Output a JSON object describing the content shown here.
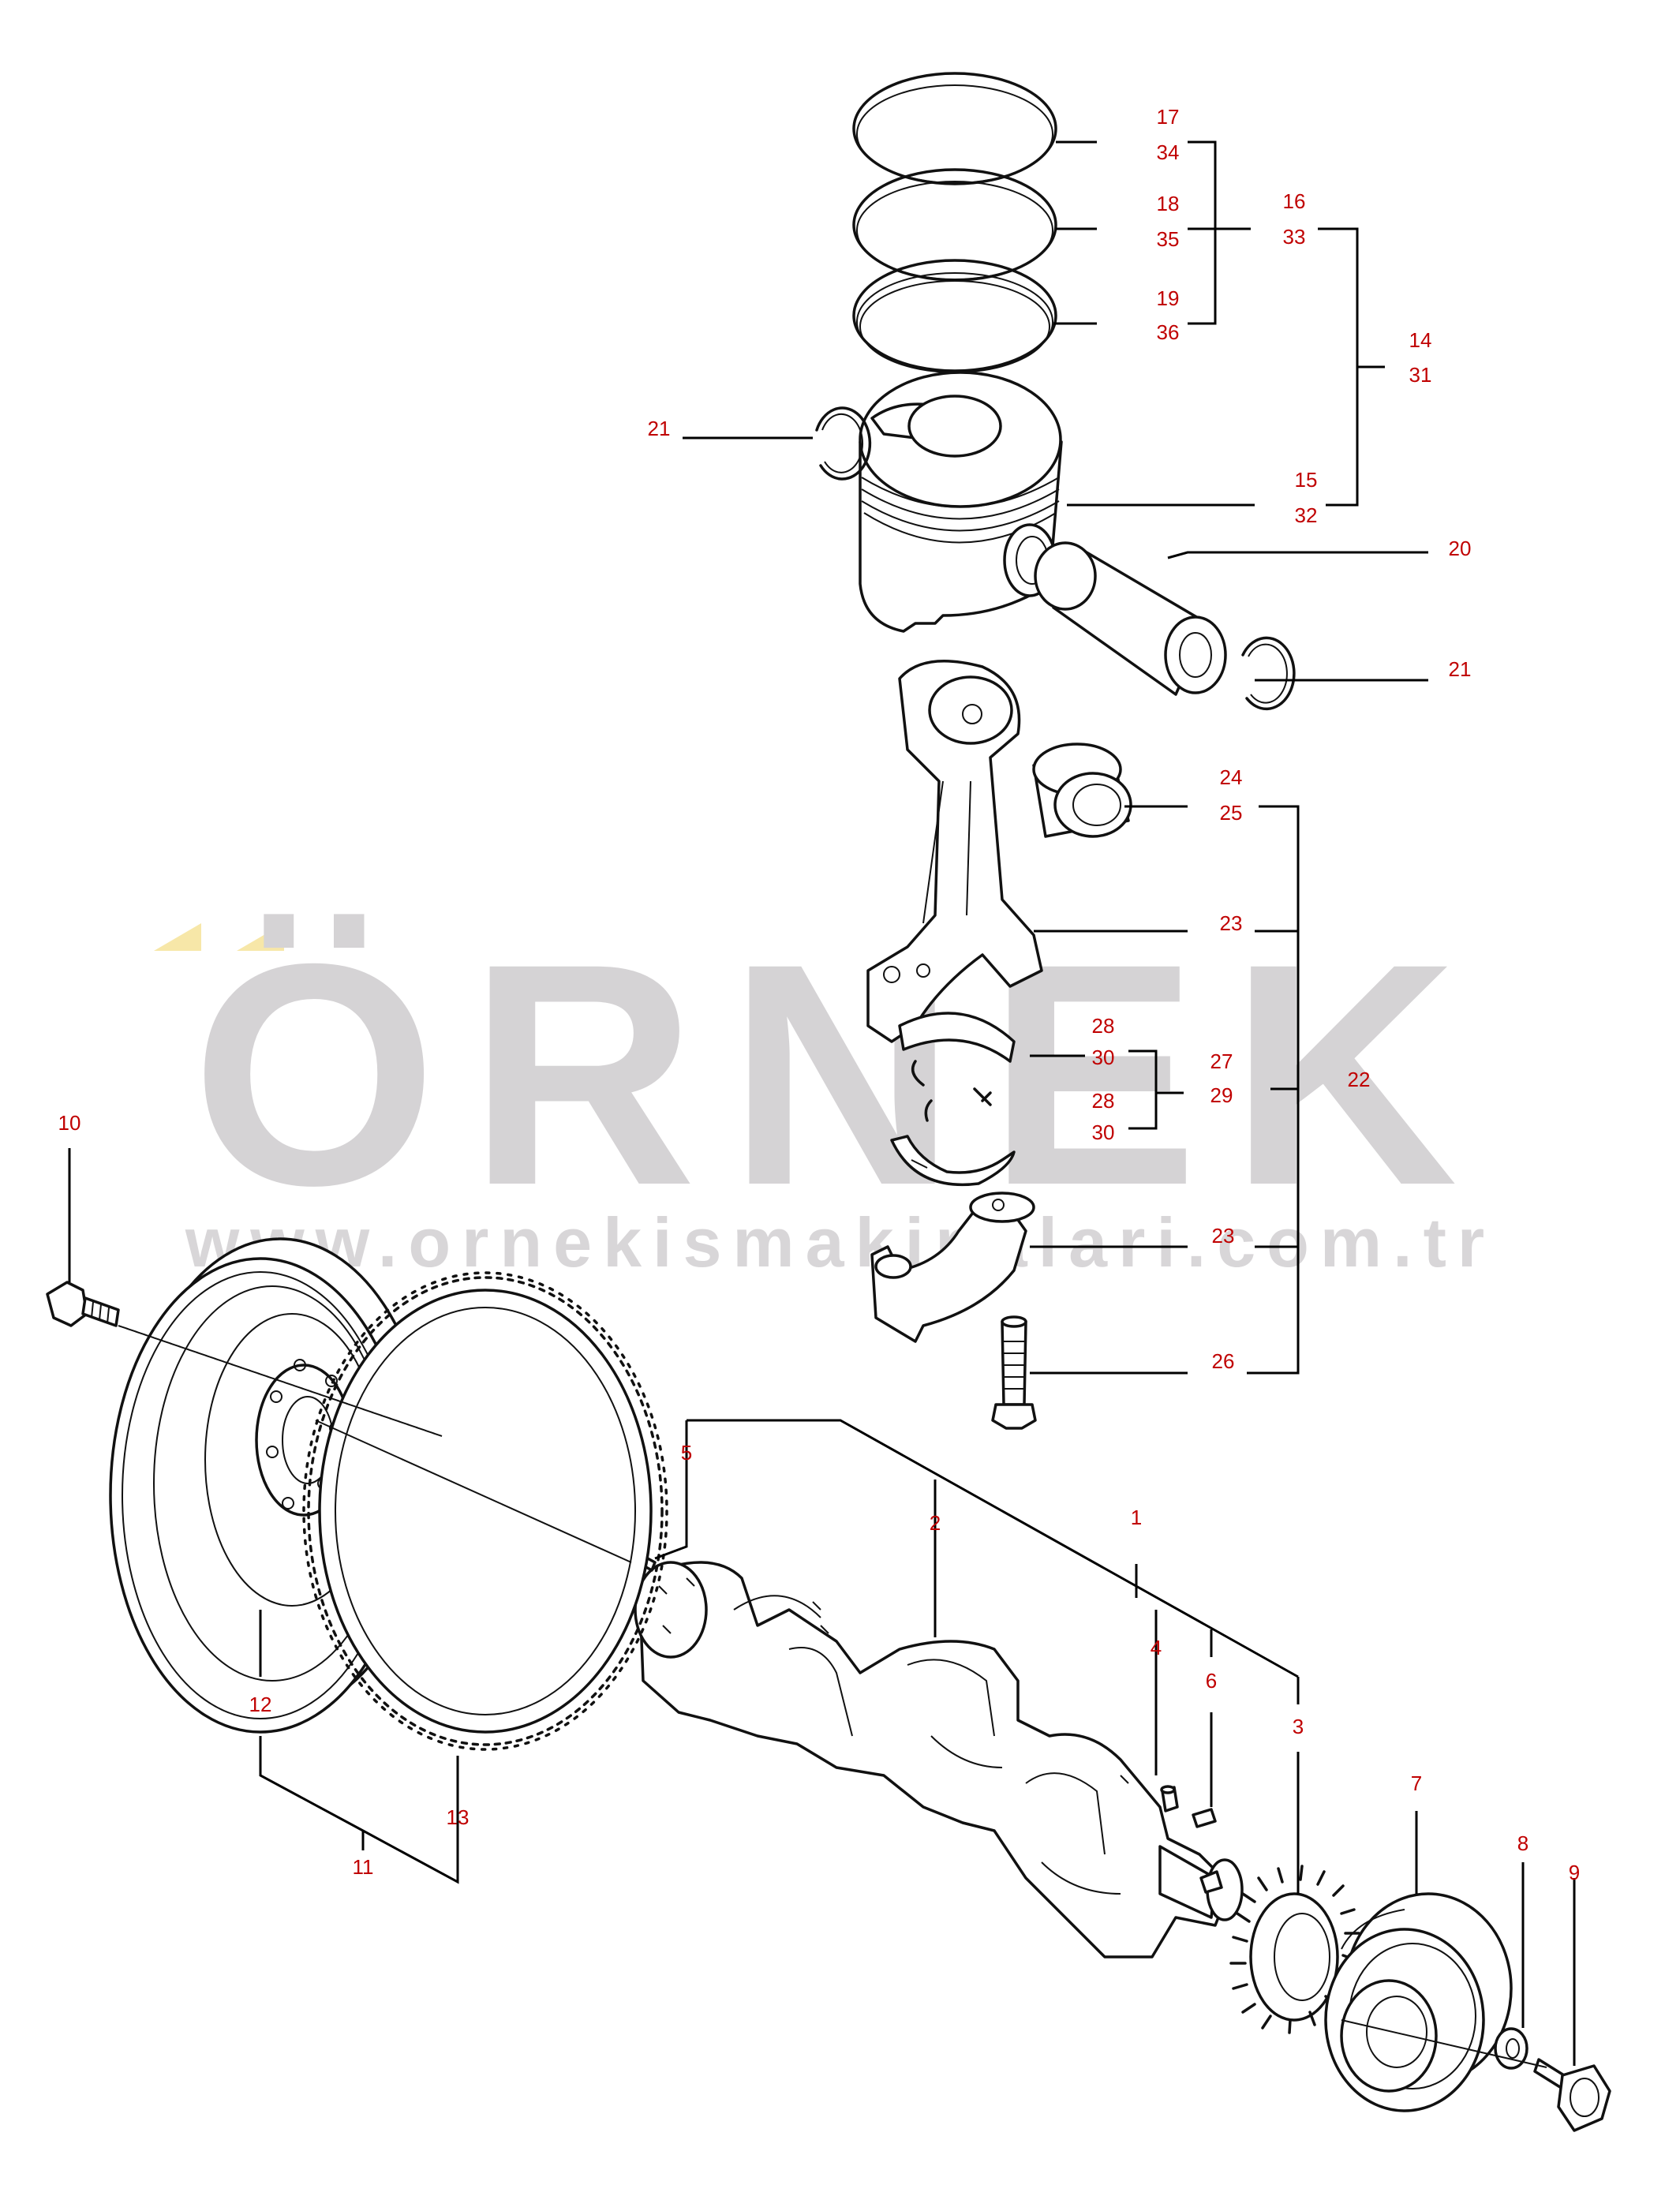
{
  "watermark": {
    "brand": "ÖRNEK",
    "url": "www.ornekismakinalari.com.tr",
    "brand_color": "#d5d3d5",
    "accent_color": "#f7e7a8"
  },
  "label_color": "#c00000",
  "callouts": {
    "c1": "1",
    "c2": "2",
    "c3": "3",
    "c4": "4",
    "c5": "5",
    "c6": "6",
    "c7": "7",
    "c8": "8",
    "c9": "9",
    "c10": "10",
    "c11": "11",
    "c12": "12",
    "c13": "13",
    "c14": "14",
    "c15": "15",
    "c16": "16",
    "c17": "17",
    "c18": "18",
    "c19": "19",
    "c20": "20",
    "c21a": "21",
    "c21b": "21",
    "c22": "22",
    "c23a": "23",
    "c23b": "23",
    "c24": "24",
    "c25": "25",
    "c26": "26",
    "c27": "27",
    "c28a": "28",
    "c28b": "28",
    "c29": "29",
    "c30a": "30",
    "c30b": "30",
    "c31": "31",
    "c32": "32",
    "c33": "33",
    "c34": "34",
    "c35": "35",
    "c36": "36"
  }
}
